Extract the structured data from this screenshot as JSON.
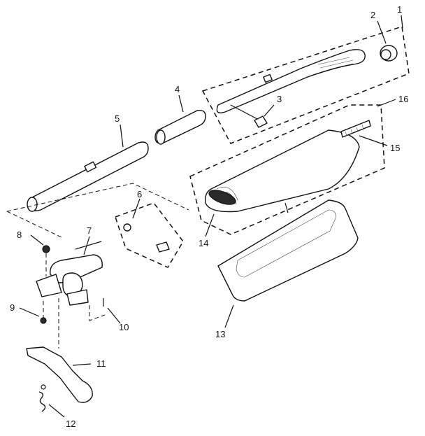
{
  "callouts": [
    {
      "id": "1",
      "label": "1"
    },
    {
      "id": "2",
      "label": "2"
    },
    {
      "id": "3",
      "label": "3"
    },
    {
      "id": "4",
      "label": "4"
    },
    {
      "id": "5",
      "label": "5"
    },
    {
      "id": "6",
      "label": "6"
    },
    {
      "id": "7",
      "label": "7"
    },
    {
      "id": "8",
      "label": "8"
    },
    {
      "id": "9",
      "label": "9"
    },
    {
      "id": "10",
      "label": "10"
    },
    {
      "id": "11",
      "label": "11"
    },
    {
      "id": "12",
      "label": "12"
    },
    {
      "id": "13",
      "label": "13"
    },
    {
      "id": "14",
      "label": "14"
    },
    {
      "id": "15",
      "label": "15"
    },
    {
      "id": "16",
      "label": "16"
    }
  ],
  "colors": {
    "ink": "#111111",
    "background": "#ffffff"
  }
}
